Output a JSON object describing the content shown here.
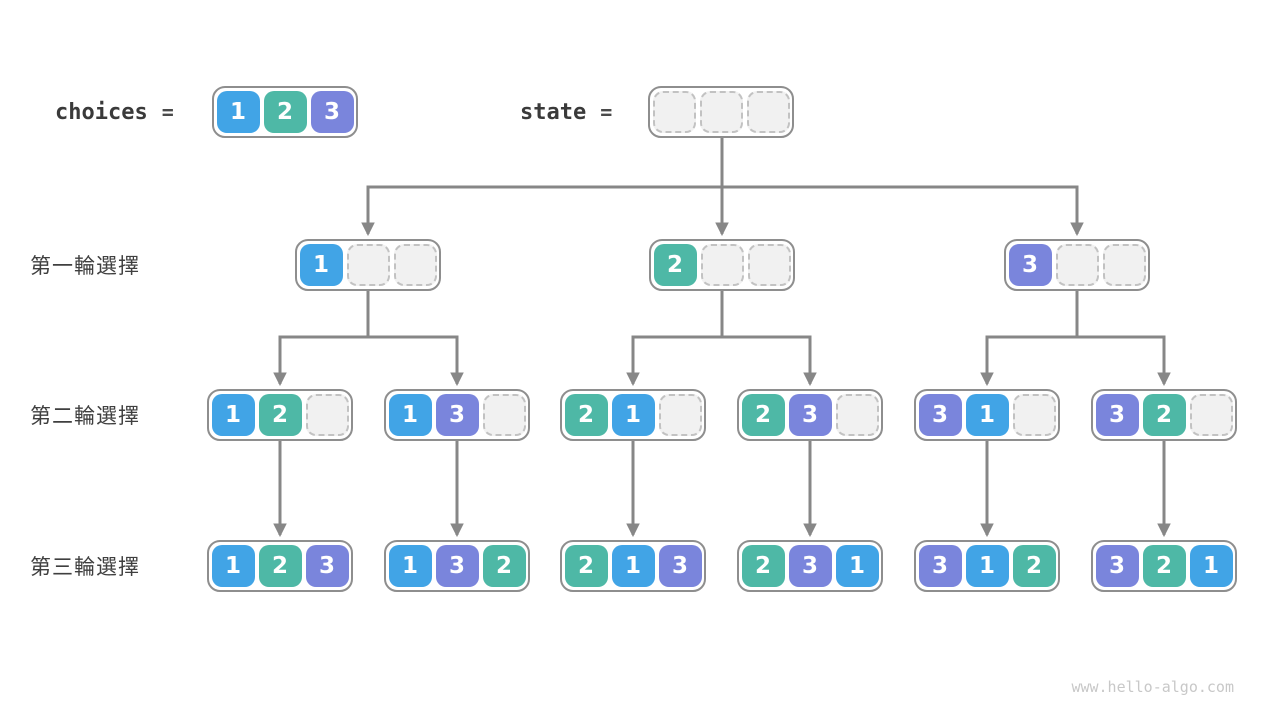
{
  "header": {
    "choices_label": "choices",
    "choices_equals": "=",
    "state_label": "state",
    "state_equals": "=",
    "choices_cells": [
      "1",
      "2",
      "3"
    ],
    "state_cells": [
      "",
      "",
      ""
    ]
  },
  "levels": [
    {
      "label": "第一輪選擇",
      "nodes": [
        [
          "1",
          "",
          ""
        ],
        [
          "2",
          "",
          ""
        ],
        [
          "3",
          "",
          ""
        ]
      ]
    },
    {
      "label": "第二輪選擇",
      "nodes": [
        [
          "1",
          "2",
          ""
        ],
        [
          "1",
          "3",
          ""
        ],
        [
          "2",
          "1",
          ""
        ],
        [
          "2",
          "3",
          ""
        ],
        [
          "3",
          "1",
          ""
        ],
        [
          "3",
          "2",
          ""
        ]
      ]
    },
    {
      "label": "第三輪選擇",
      "nodes": [
        [
          "1",
          "2",
          "3"
        ],
        [
          "1",
          "3",
          "2"
        ],
        [
          "2",
          "1",
          "3"
        ],
        [
          "2",
          "3",
          "1"
        ],
        [
          "3",
          "1",
          "2"
        ],
        [
          "3",
          "2",
          "1"
        ]
      ]
    }
  ],
  "colors": {
    "value_1": "#41a4e6",
    "value_2": "#4eb8a6",
    "value_3": "#7a85dc",
    "arrow": "#878787",
    "node_border": "#8e8e8e",
    "empty_fill": "#f1f1f1",
    "empty_border": "#c2c2c2",
    "label_text": "#3f3f3f",
    "watermark_text": "#c8c8c8"
  },
  "watermark": "www.hello-algo.com"
}
